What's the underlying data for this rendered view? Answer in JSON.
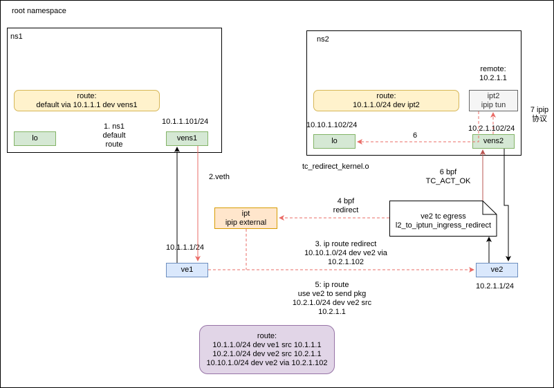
{
  "diagram": {
    "root_label": "root namespace",
    "ns1": {
      "label": "ns1",
      "route_box": {
        "title": "route:",
        "line": "default via 10.1.1.1 dev vens1"
      },
      "lo": "lo",
      "vens1": "vens1",
      "vens1_ip": "10.1.1.101/24",
      "step1": [
        "1. ns1",
        "default",
        "route"
      ]
    },
    "ns2": {
      "label": "ns2",
      "route_box": {
        "title": "route:",
        "line": "10.1.1.0/24 dev ipt2"
      },
      "remote": [
        "remote:",
        "10.2.1.1"
      ],
      "ipt2": [
        "ipt2",
        "ipip tun"
      ],
      "lo": "lo",
      "lo_ip": "10.10.1.102/24",
      "vens2": "vens2",
      "vens2_ip": "10.2.1.102/24",
      "step6_inner": "6"
    },
    "tc_redirect_label": "tc_redirect_kernel.o",
    "step7": [
      "7 ipip",
      "协议"
    ],
    "step6_bpf": [
      "6 bpf",
      "TC_ACT_OK"
    ],
    "step2": "2.veth",
    "step4": [
      "4 bpf",
      "redirect"
    ],
    "ipt": [
      "ipt",
      "ipip external"
    ],
    "note": [
      "ve2 tc egress",
      "l2_to_iptun_ingress_redirect"
    ],
    "step3": [
      "3. ip route redirect",
      "10.10.1.0/24 dev ve2 via",
      "10.2.1.102"
    ],
    "ve1": "ve1",
    "ve1_ip": "10.1.1.1/24",
    "ve2": "ve2",
    "ve2_ip": "10.2.1.1/24",
    "step5": [
      "5: ip route",
      "use ve2 to send pkg",
      "10.2.1.0/24 dev ve2 src",
      "10.2.1.1"
    ],
    "root_route": {
      "title": "route:",
      "lines": [
        "10.1.1.0/24 dev ve1 src 10.1.1.1",
        "10.2.1.0/24 dev ve2 src 10.2.1.1",
        "10.10.1.0/24 dev ve2 via 10.2.1.102"
      ]
    },
    "colors": {
      "red_dashed": "#ea6b66",
      "red_solid": "#ea6b66",
      "brown": "#b85450",
      "black": "#000000"
    }
  }
}
